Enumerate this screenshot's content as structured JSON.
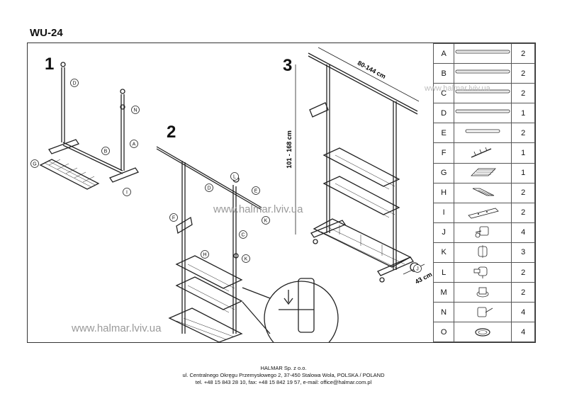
{
  "title": "WU-24",
  "steps": [
    "1",
    "2",
    "3"
  ],
  "dimensions": {
    "width": "80-144 cm",
    "height": "101 - 168 cm",
    "depth": "43 cm"
  },
  "callouts": {
    "step1": [
      "D",
      "N",
      "B",
      "A",
      "G",
      "I"
    ],
    "step2": [
      "D",
      "L",
      "E",
      "K",
      "F",
      "C",
      "K",
      "H"
    ],
    "step3": [
      "J"
    ]
  },
  "parts": [
    {
      "letter": "A",
      "qty": "2",
      "icon": "long-tube-icon"
    },
    {
      "letter": "B",
      "qty": "2",
      "icon": "long-tube-icon"
    },
    {
      "letter": "C",
      "qty": "2",
      "icon": "long-tube-icon"
    },
    {
      "letter": "D",
      "qty": "1",
      "icon": "long-tube-icon"
    },
    {
      "letter": "E",
      "qty": "2",
      "icon": "short-tube-icon"
    },
    {
      "letter": "F",
      "qty": "1",
      "icon": "hook-bar-icon"
    },
    {
      "letter": "G",
      "qty": "1",
      "icon": "large-shelf-icon"
    },
    {
      "letter": "H",
      "qty": "2",
      "icon": "small-shelf-icon"
    },
    {
      "letter": "I",
      "qty": "2",
      "icon": "foot-base-icon"
    },
    {
      "letter": "J",
      "qty": "4",
      "icon": "caster-wheel-icon"
    },
    {
      "letter": "K",
      "qty": "3",
      "icon": "tube-clamp-icon"
    },
    {
      "letter": "L",
      "qty": "2",
      "icon": "t-connector-icon"
    },
    {
      "letter": "M",
      "qty": "2",
      "icon": "screw-cap-icon"
    },
    {
      "letter": "N",
      "qty": "4",
      "icon": "clamp-sleeve-icon"
    },
    {
      "letter": "O",
      "qty": "4",
      "icon": "ring-washer-icon"
    }
  ],
  "watermarks": [
    "www.halmar.lviv.ua",
    "www.halmar.lviv.ua",
    "www.halmar.lviv.ua"
  ],
  "footer": {
    "company": "HALMAR Sp. z o.o.",
    "address": "ul. Centralnego Okręgu Przemysłowego 2, 37-450 Stalowa Wola, POLSKA / POLAND",
    "contact": "tel. +48 15 843 28 10, fax: +48 15 842 19 57, e-mail: office@halmar.com.pl"
  }
}
